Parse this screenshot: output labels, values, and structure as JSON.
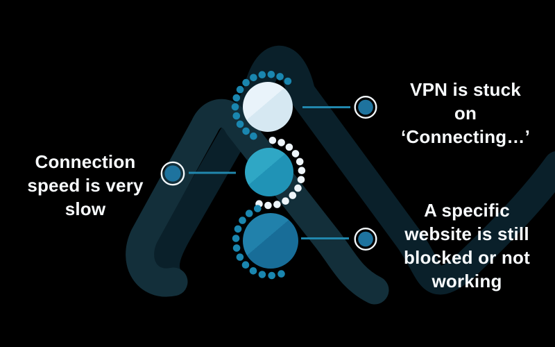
{
  "title": "VPN troubleshooting issues diagram",
  "colors": {
    "background": "#000000",
    "logo_dark": "#0a202a",
    "logo_light": "#132f3a",
    "dot_blue": "#1a86af",
    "dot_white": "#eef5fa",
    "connector": "#2187ad",
    "node_fill": "#1e739e",
    "node_ring": "#f3f8fb",
    "text": "#f8fbfd",
    "circle_top_a": "#e9f3fa",
    "circle_top_b": "#d6e8f2",
    "circle_mid_a": "#2fa7c5",
    "circle_mid_b": "#2093b6",
    "circle_bot_a": "#2181ab",
    "circle_bot_b": "#186d98"
  },
  "logo": {
    "name": "vpn-brand-a-mark"
  },
  "items": [
    {
      "id": "vpn-stuck",
      "label": "VPN is stuck on ‘Connecting…’",
      "lines": [
        "VPN is stuck",
        "on",
        "‘Connecting…’"
      ]
    },
    {
      "id": "slow-speed",
      "label": "Connection speed is very slow",
      "lines": [
        "Connection",
        "speed is very",
        "slow"
      ]
    },
    {
      "id": "blocked-site",
      "label": "A specific website is still blocked or not working",
      "lines": [
        "A specific",
        "website is still",
        "blocked or not",
        "working"
      ]
    }
  ]
}
